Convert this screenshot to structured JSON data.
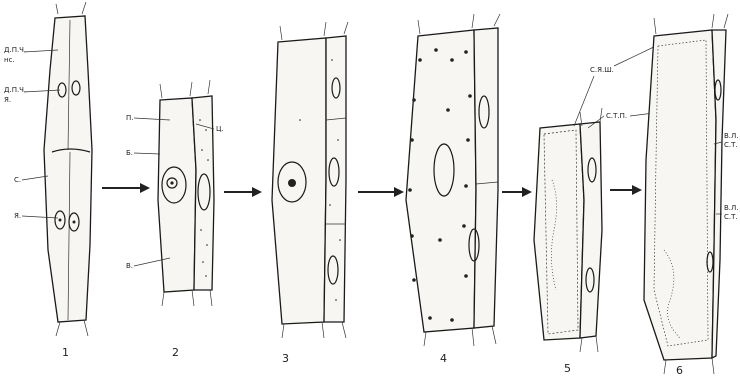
{
  "stage_numbers": [
    "1",
    "2",
    "3",
    "4",
    "5",
    "6"
  ],
  "labels": {
    "s1_top": "Д.П.Ч.",
    "s1_top2": "нс.",
    "s1_mid": "Д.П.Ч.",
    "s1_mid2": "Я.",
    "s1_c": "С.",
    "s1_n": "Я.",
    "s2_a": "П.",
    "s2_b": "Б.",
    "s2_c": "Ц.",
    "s2_d": "В.",
    "s5_a": "С.Я.Ш.",
    "s5_b": "С.Т.П.",
    "s6_a": "В.Л.",
    "s6_b": "С.Т.",
    "s6_c": "В.Л.",
    "s6_d": "С.Т."
  }
}
